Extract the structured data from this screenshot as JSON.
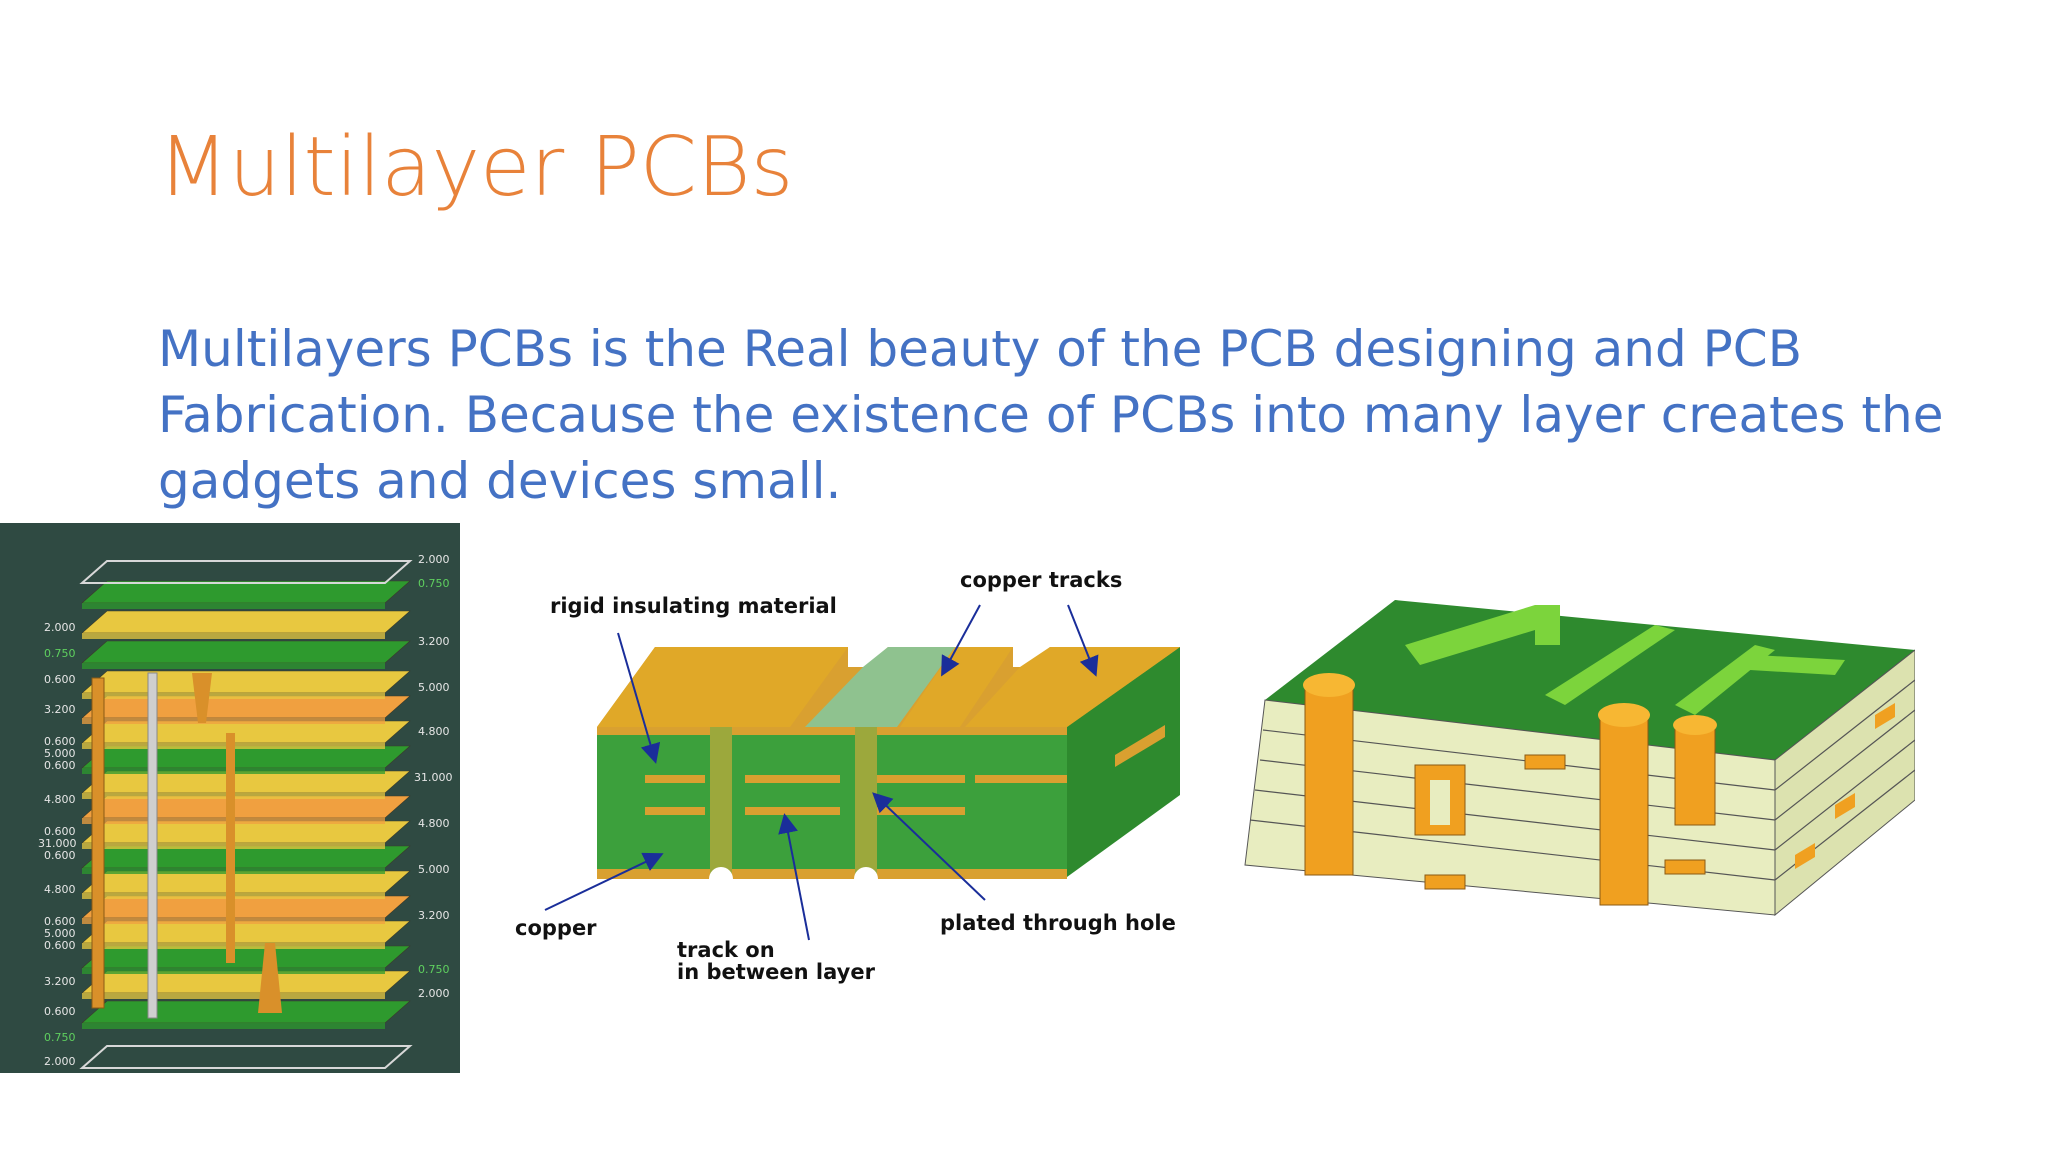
{
  "slide": {
    "title": "Multilayer PCBs",
    "body_lines": [
      "Multilayers PCBs is the Real beauty of the PCB designing and PCB",
      "Fabrication. Because the existence of PCBs into many layer creates the",
      "gadgets and devices small."
    ],
    "colors": {
      "title": "#E8823A",
      "body": "#4472C4",
      "pcb_green": "#2E9A2E",
      "pcb_copper": "#E0A020",
      "stack_background": "#2F4A42"
    }
  },
  "stack_figure": {
    "left_labels": [
      "2.000",
      "0.750",
      "0.600",
      "3.200",
      "0.600",
      "5.000",
      "0.600",
      "4.800",
      "0.600",
      "31.000",
      "0.600",
      "4.800",
      "0.600",
      "5.000",
      "0.600",
      "3.200",
      "0.600",
      "0.750",
      "2.000"
    ],
    "right_labels": [
      "2.000",
      "0.750",
      "3.200",
      "5.000",
      "4.800",
      "31.000",
      "4.800",
      "5.000",
      "3.200",
      "0.750",
      "2.000"
    ]
  },
  "cross_section_figure": {
    "labels": {
      "rigid": "rigid insulating material",
      "copper_tracks": "copper tracks",
      "copper": "copper",
      "track_on": "track on",
      "in_between": "in between layer",
      "plated_hole": "plated through hole"
    }
  }
}
